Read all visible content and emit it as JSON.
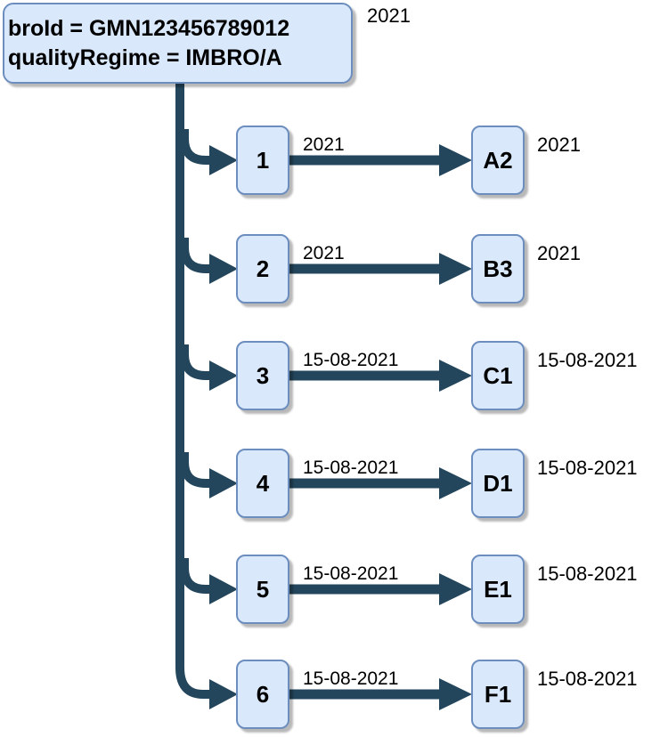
{
  "colors": {
    "edge": "#24465c",
    "node_fill": "#dae8fc",
    "node_border": "#6c8ebf"
  },
  "root": {
    "line1": "broId = GMN123456789012",
    "line2": "qualityRegime = IMBRO/A",
    "year_label": "2021"
  },
  "rows": [
    {
      "number": "1",
      "edge_label": "2021",
      "letter": "A2",
      "right_label": "2021"
    },
    {
      "number": "2",
      "edge_label": "2021",
      "letter": "B3",
      "right_label": "2021"
    },
    {
      "number": "3",
      "edge_label": "15-08-2021",
      "letter": "C1",
      "right_label": "15-08-2021"
    },
    {
      "number": "4",
      "edge_label": "15-08-2021",
      "letter": "D1",
      "right_label": "15-08-2021"
    },
    {
      "number": "5",
      "edge_label": "15-08-2021",
      "letter": "E1",
      "right_label": "15-08-2021"
    },
    {
      "number": "6",
      "edge_label": "15-08-2021",
      "letter": "F1",
      "right_label": "15-08-2021"
    }
  ]
}
